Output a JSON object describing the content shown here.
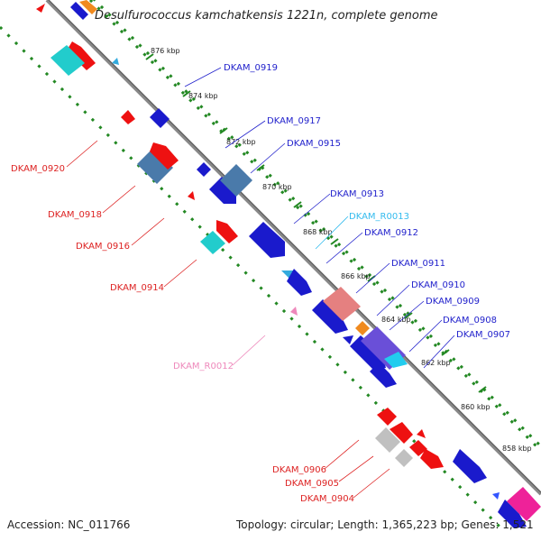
{
  "title": "Desulfurococcus kamchatkensis 1221n, complete genome",
  "footer": {
    "accession": "Accession: NC_011766",
    "summary": "Topology: circular; Length: 1,365,223 bp; Genes: 1,521"
  },
  "colors": {
    "forward_label": "#2222cc",
    "reverse_label": "#dd2222",
    "rna_label_fwd": "#33bbee",
    "rna_label_rev": "#ee88bb",
    "backbone": "#888888",
    "ticks": "#228822"
  },
  "kbp_labels": [
    "876 kbp",
    "874 kbp",
    "872 kbp",
    "870 kbp",
    "868 kbp",
    "866 kbp",
    "864 kbp",
    "862 kbp",
    "860 kbp",
    "858 kbp"
  ],
  "forward_genes": [
    "DKAM_0919",
    "DKAM_0917",
    "DKAM_0915",
    "DKAM_0913",
    "DKAM_R0013",
    "DKAM_0912",
    "DKAM_0911",
    "DKAM_0910",
    "DKAM_0909",
    "DKAM_0908",
    "DKAM_0907"
  ],
  "reverse_genes": [
    "DKAM_0920",
    "DKAM_0918",
    "DKAM_0916",
    "DKAM_0914",
    "DKAM_R0012",
    "DKAM_0906",
    "DKAM_0905",
    "DKAM_0904"
  ]
}
